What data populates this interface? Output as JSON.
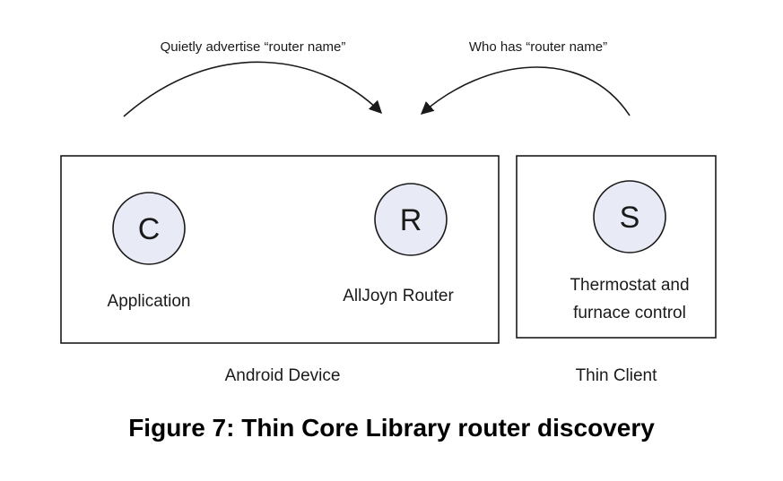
{
  "colors": {
    "stroke": "#1a1a1a",
    "node_fill": "#e8eaf6",
    "background": "#ffffff"
  },
  "arrows": {
    "advertise_label": "Quietly advertise “router name”",
    "query_label": "Who has “router name”"
  },
  "android_device": {
    "label": "Android Device",
    "client_node": {
      "letter": "C",
      "label": "Application"
    },
    "router_node": {
      "letter": "R",
      "label": "AllJoyn Router"
    }
  },
  "thin_client": {
    "label": "Thin Client",
    "service_node": {
      "letter": "S",
      "label_line1": "Thermostat and",
      "label_line2": "furnace control"
    }
  },
  "caption": "Figure 7: Thin Core Library router discovery"
}
